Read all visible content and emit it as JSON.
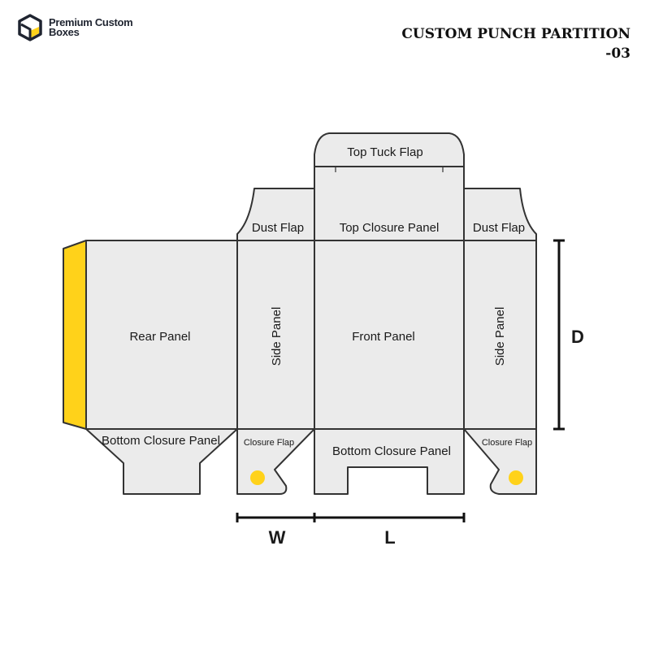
{
  "brand": {
    "line1": "Premium Custom",
    "line2": "Boxes"
  },
  "title": {
    "line1": "CUSTOM PUNCH PARTITION",
    "line2": "-03"
  },
  "panels": {
    "top_tuck_flap": "Top Tuck Flap",
    "dust_flap_left": "Dust Flap",
    "top_closure_panel": "Top Closure Panel",
    "dust_flap_right": "Dust Flap",
    "rear_panel": "Rear Panel",
    "side_panel_left": "Side Panel",
    "front_panel": "Front Panel",
    "side_panel_right": "Side Panel",
    "bottom_closure_rear": "Bottom Closure Panel",
    "closure_flap_left": "Closure Flap",
    "bottom_closure_front": "Bottom Closure Panel",
    "closure_flap_right": "Closure Flap"
  },
  "dimensions": {
    "depth": "D",
    "width": "W",
    "length": "L"
  },
  "colors": {
    "panel": "#ebebeb",
    "stroke": "#333333",
    "accent": "#ffd21a"
  }
}
